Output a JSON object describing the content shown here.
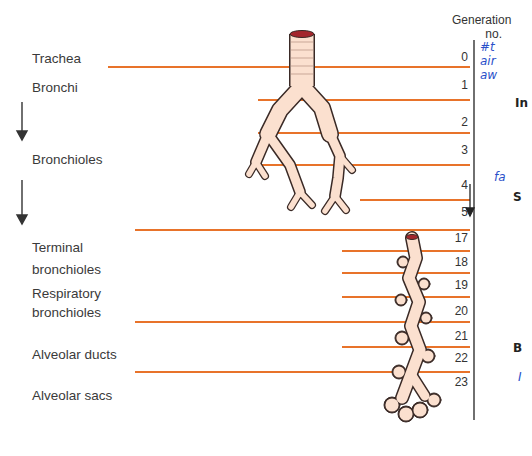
{
  "diagram": {
    "labels": [
      "Generation no.",
      "Trachea",
      "Bronchi",
      "Bronchioles",
      "Terminal bronchioles",
      "Respiratory bronchioles",
      "Alveolar ducts",
      "Alveolar sacs",
      "0",
      "1",
      "2",
      "3",
      "4",
      "5",
      "17",
      "18",
      "19",
      "20",
      "21",
      "22",
      "23",
      "#t",
      "air",
      "aw",
      "In",
      "fa",
      "S",
      "B",
      "I"
    ]
  }
}
